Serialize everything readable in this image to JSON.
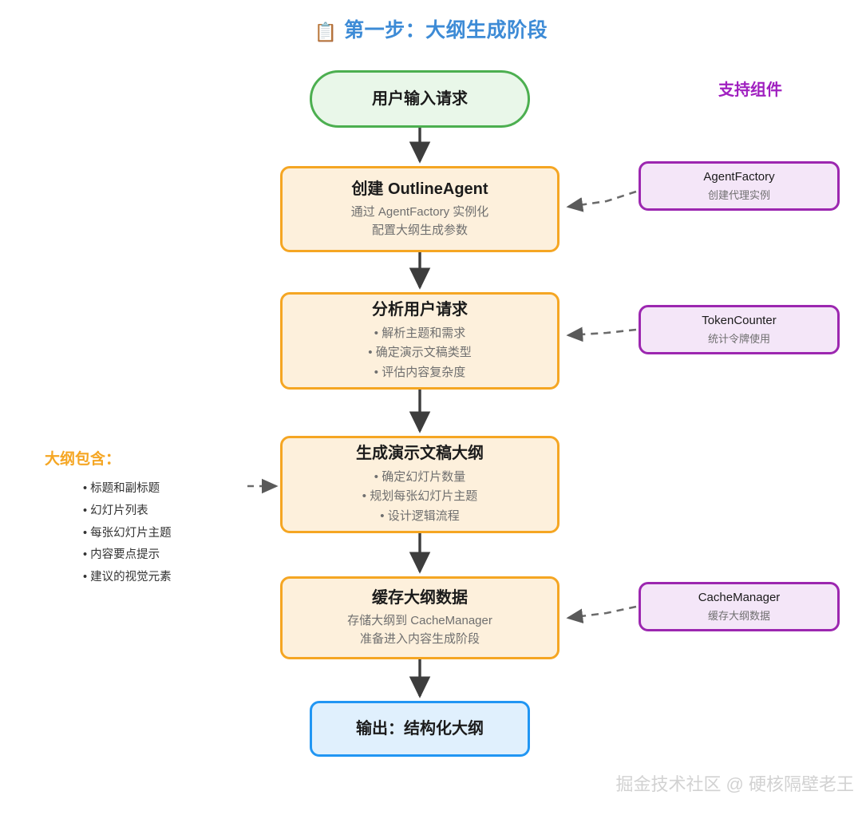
{
  "title": {
    "icon": "clipboard-icon",
    "icon_glyph": "📋",
    "text": "第一步：大纲生成阶段",
    "color": "#3d8bd6"
  },
  "support_column": {
    "heading": "支持组件",
    "color": "#9c27b0",
    "components": [
      {
        "name": "AgentFactory",
        "desc": "创建代理实例"
      },
      {
        "name": "TokenCounter",
        "desc": "统计令牌使用"
      },
      {
        "name": "CacheManager",
        "desc": "缓存大纲数据"
      }
    ]
  },
  "flow": {
    "start": {
      "label": "用户输入请求",
      "border": "#4caf50",
      "fill": "#e9f7e9"
    },
    "steps": [
      {
        "title": "创建 OutlineAgent",
        "sub_lines": [
          "通过 AgentFactory 实例化",
          "配置大纲生成参数"
        ],
        "bullets": []
      },
      {
        "title": "分析用户请求",
        "sub_lines": [],
        "bullets": [
          "• 解析主题和需求",
          "• 确定演示文稿类型",
          "• 评估内容复杂度"
        ]
      },
      {
        "title": "生成演示文稿大纲",
        "sub_lines": [],
        "bullets": [
          "• 确定幻灯片数量",
          "• 规划每张幻灯片主题",
          "• 设计逻辑流程"
        ]
      },
      {
        "title": "缓存大纲数据",
        "sub_lines": [
          "存储大纲到 CacheManager",
          "准备进入内容生成阶段"
        ],
        "bullets": []
      }
    ],
    "output": {
      "label": "输出：结构化大纲",
      "border": "#2196f3",
      "fill": "#e0f0fd"
    },
    "process_border": "#f5a623",
    "process_fill": "#fdf0dc"
  },
  "annotation": {
    "title": "大纲包含：",
    "color": "#f5a623",
    "items": [
      "• 标题和副标题",
      "• 幻灯片列表",
      "• 每张幻灯片主题",
      "• 内容要点提示",
      "• 建议的视觉元素"
    ]
  },
  "watermark": {
    "text": "掘金技术社区 @ 硬核隔壁老王"
  }
}
